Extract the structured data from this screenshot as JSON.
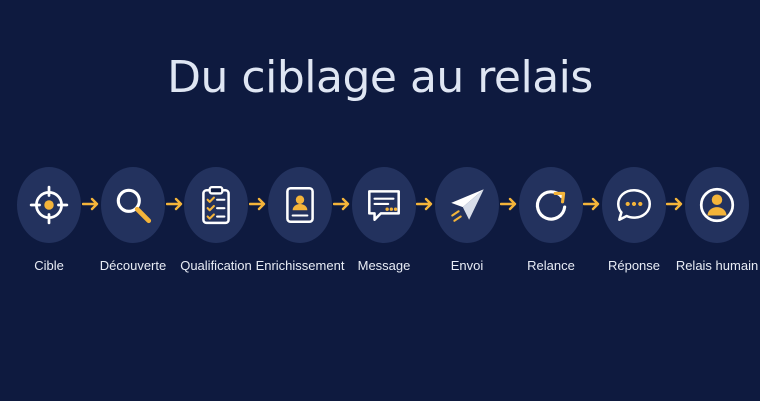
{
  "title": "Du ciblage au relais",
  "colors": {
    "background": "#0e1a3f",
    "circle": "#23325e",
    "accent": "#f4b43a",
    "icon_stroke": "#ffffff"
  },
  "steps": [
    {
      "label": "Cible",
      "icon": "target-icon"
    },
    {
      "label": "Découverte",
      "icon": "magnifier-icon"
    },
    {
      "label": "Qualification",
      "icon": "clipboard-checklist-icon"
    },
    {
      "label": "Enrichissement",
      "icon": "id-card-icon"
    },
    {
      "label": "Message",
      "icon": "message-bubble-icon"
    },
    {
      "label": "Envoi",
      "icon": "paper-plane-icon"
    },
    {
      "label": "Relance",
      "icon": "refresh-icon"
    },
    {
      "label": "Réponse",
      "icon": "chat-reply-icon"
    },
    {
      "label": "Relais humain",
      "icon": "person-icon"
    }
  ]
}
